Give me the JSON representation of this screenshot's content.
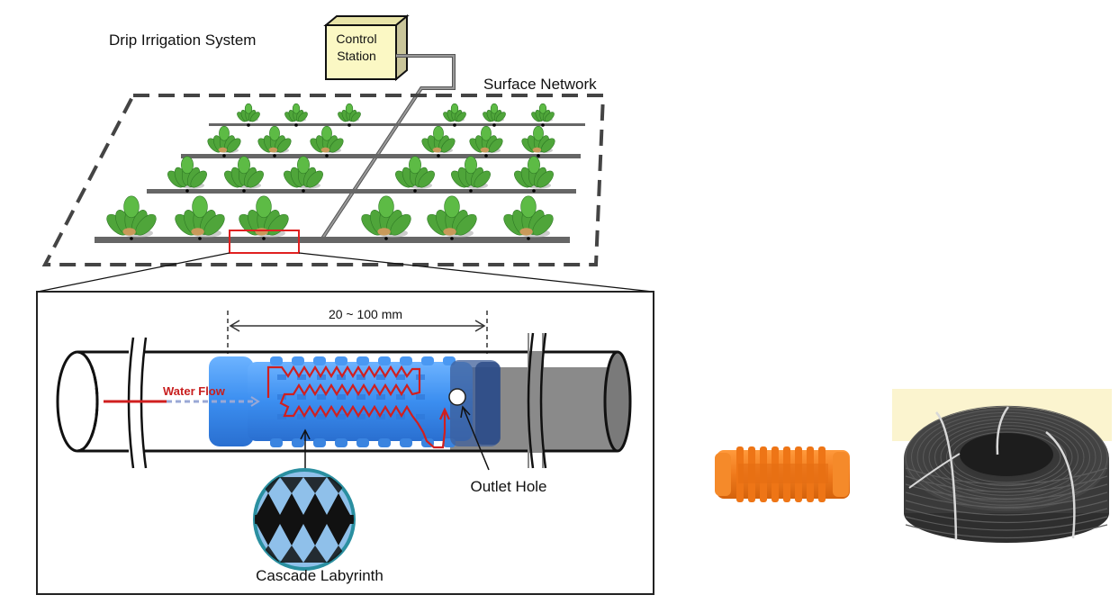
{
  "title": "Drip Irrigation System",
  "control_station": {
    "line1": "Control",
    "line2": "Station"
  },
  "surface_network_label": "Surface Network",
  "detail": {
    "dimension_label": "20 ~ 100 mm",
    "water_flow_label": "Water Flow",
    "outlet_hole_label": "Outlet Hole",
    "cascade_labyrinth_label": "Cascade Labyrinth"
  },
  "plant_rows": [
    {
      "plants": 6,
      "style": "young"
    },
    {
      "plants": 6,
      "style": "leafy"
    },
    {
      "plants": 6,
      "style": "spiky"
    },
    {
      "plants": 6,
      "style": "mature"
    }
  ],
  "photos": {
    "emitter": "orange cylindrical drip emitter",
    "coil": "coiled black drip tubing"
  },
  "colors": {
    "dripper_blue": "#3b8ef0",
    "flow_red": "#d01f1f",
    "pipe_gray": "#777777",
    "station_fill": "#fbf8c4",
    "emitter_orange": "#f07a1c",
    "coil_backdrop": "#fbf4cf",
    "plant_green": "#4fa53a"
  }
}
